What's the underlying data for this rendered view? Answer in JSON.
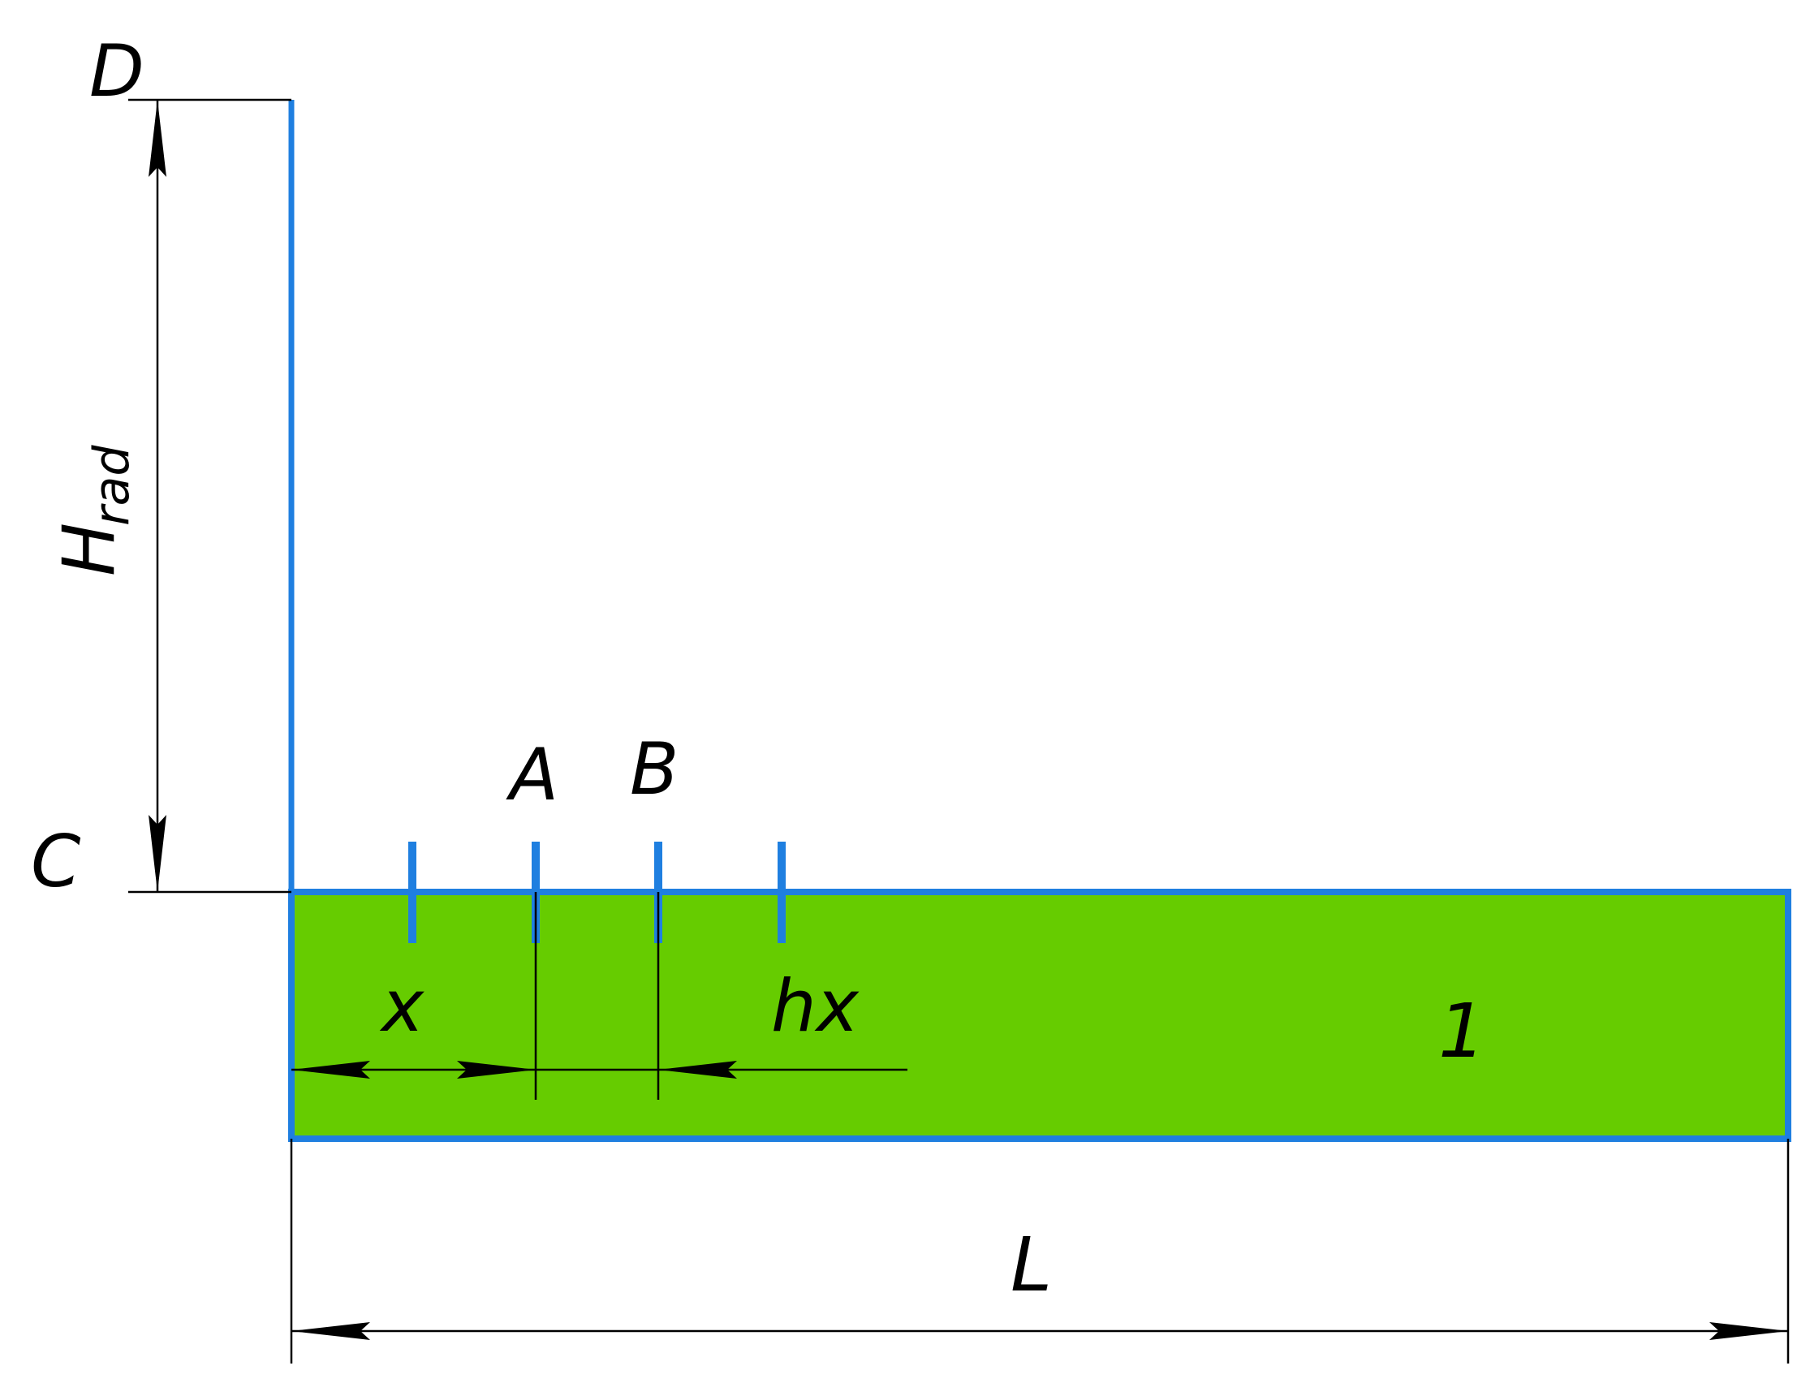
{
  "labels": {
    "point_d": "D",
    "point_c": "C",
    "point_a": "A",
    "point_b": "B",
    "height_label_main": "H",
    "height_label_sub": "rad",
    "x_label": "x",
    "hx_label": "hx",
    "region_number": "1",
    "length_label": "L"
  },
  "colors": {
    "wall_outline": "#1f7fe0",
    "region_fill": "#66cc00",
    "dimension_lines": "#000000"
  }
}
